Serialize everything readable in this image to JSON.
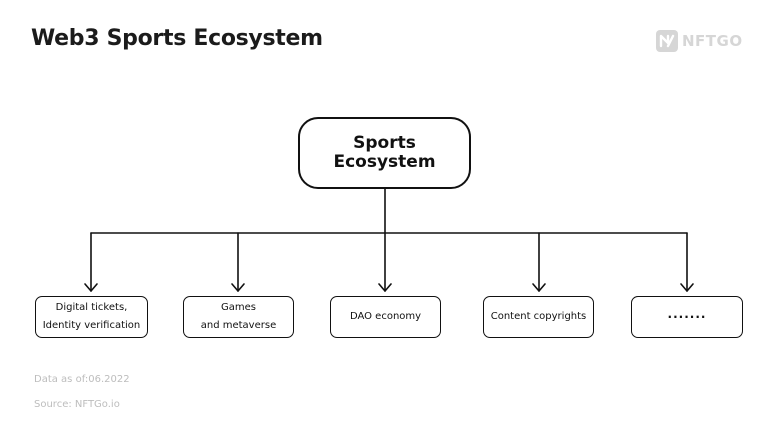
{
  "header": {
    "title": "Web3 Sports Ecosystem",
    "logo_text": "NFTGO",
    "logo_icon": "nftgo-logo-icon"
  },
  "diagram": {
    "type": "tree",
    "root": {
      "label": "Sports\nEcosystem"
    },
    "children": [
      {
        "label": "Digital tickets,\nIdentity verification"
      },
      {
        "label": "Games\nand metaverse"
      },
      {
        "label": "DAO economy"
      },
      {
        "label": "Content copyrights"
      },
      {
        "label": "·······"
      }
    ],
    "colors": {
      "stroke": "#111111",
      "footnote": "#bdbdbd",
      "logo": "#d6d6d6"
    }
  },
  "footer": {
    "data_as_of": "Data as of:06.2022",
    "source": "Source: NFTGo.io"
  }
}
